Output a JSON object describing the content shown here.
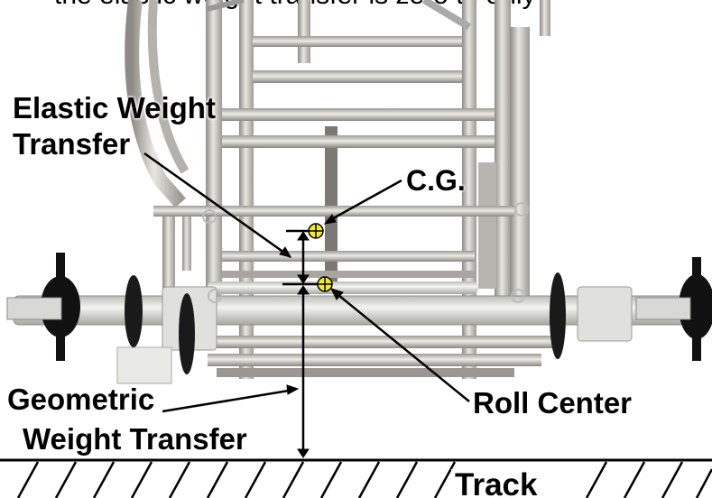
{
  "caption_fragment": "the elastic weight transfer is zero to only",
  "labels": {
    "elastic_weight_transfer_line1": "Elastic Weight",
    "elastic_weight_transfer_line2": "Transfer",
    "cg": "C.G.",
    "geometric_weight_transfer_line1": "Geometric",
    "geometric_weight_transfer_line2": "Weight Transfer",
    "roll_center": "Roll Center",
    "track": "Track"
  },
  "colors": {
    "frame_tube": "#c9c6c0",
    "frame_shadow": "#8e8b86",
    "axle": "#dcdcd8",
    "hub": "#111111",
    "marker": "#f2ea2a",
    "arrows": "#000000"
  },
  "icons": {
    "cg_marker": "crosshair-dot-icon",
    "roll_center_marker": "crosshair-dot-icon"
  }
}
